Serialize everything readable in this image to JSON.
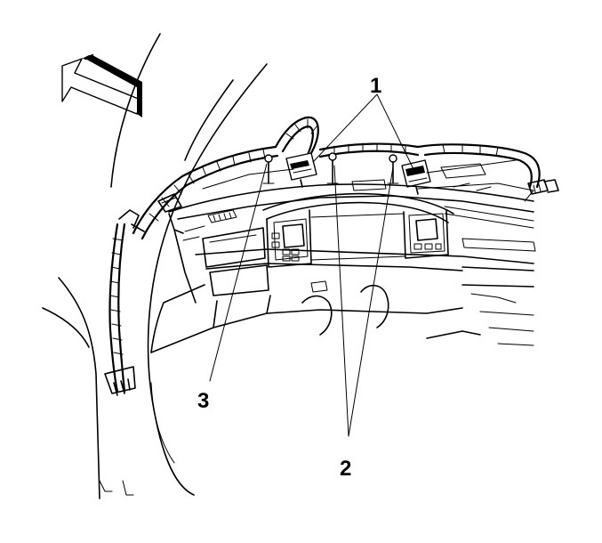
{
  "diagram": {
    "callouts": [
      {
        "id": "1",
        "label": "1"
      },
      {
        "id": "2",
        "label": "2"
      },
      {
        "id": "3",
        "label": "3"
      }
    ],
    "line_color": "#000000",
    "background_color": "#ffffff",
    "direction_arrow_icon": "front-direction-arrow-icon"
  }
}
